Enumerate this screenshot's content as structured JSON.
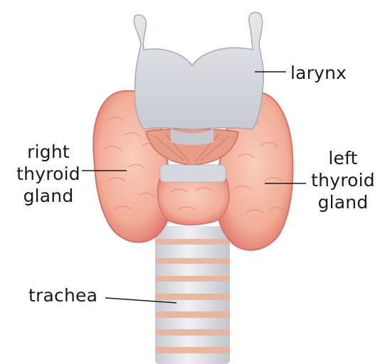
{
  "labels": {
    "larynx": "larynx",
    "right_thyroid": [
      "right",
      "thyroid",
      "gland"
    ],
    "left_thyroid": [
      "left",
      "thyroid",
      "gland"
    ],
    "trachea": "trachea"
  },
  "colors": {
    "cartilage": "#dcdde2",
    "cartilage_shadow": "#b9bac2",
    "gland": "#f2b4a0",
    "gland_edge": "#d9706a",
    "gland_highlight": "#fbd7c8",
    "muscle": "#e39a86",
    "trachea_ring": "#e9b9a1",
    "leader_line": "#1a1a1a"
  }
}
